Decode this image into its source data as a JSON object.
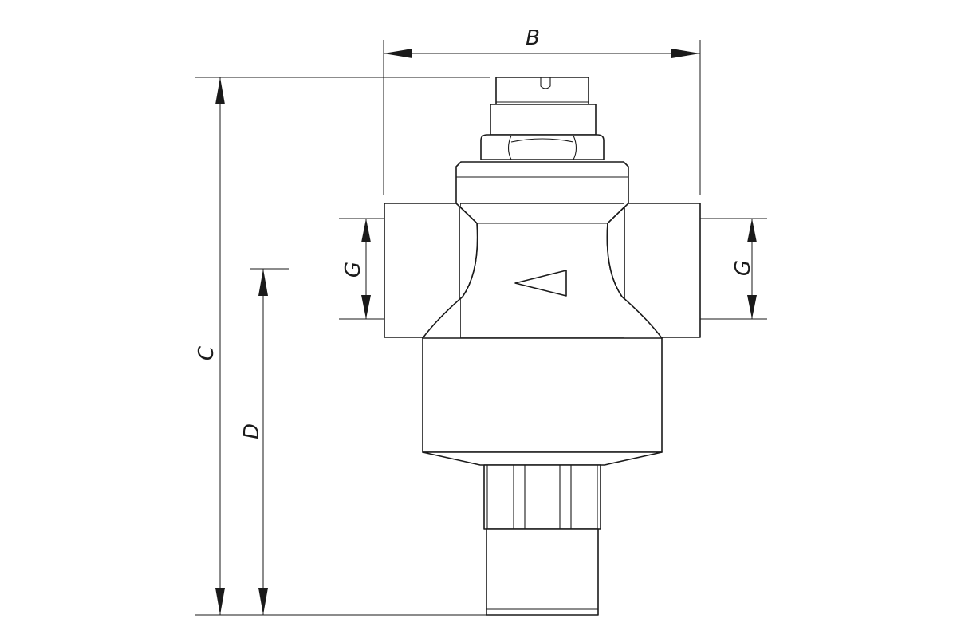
{
  "drawing": {
    "subject": "valve",
    "line_color": "#1a1a1a",
    "background": "#ffffff"
  },
  "dimensions": {
    "width_label": "B",
    "height_label": "C",
    "lower_height_label": "D",
    "left_thread_label": "G",
    "right_thread_label": "G"
  }
}
